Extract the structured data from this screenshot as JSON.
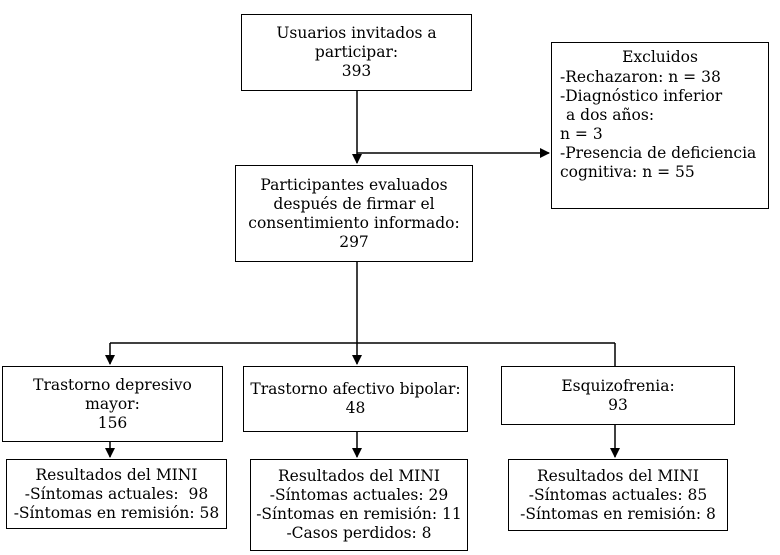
{
  "invited": {
    "lines": [
      "Usuarios invitados a",
      "participar:",
      "393"
    ]
  },
  "excluded": {
    "title": "Excluidos",
    "lines": [
      "-Rechazaron: n = 38",
      "-Diagnóstico inferior",
      "a dos años:",
      "n = 3",
      "-Presencia de deficiencia",
      "cognitiva: n = 55"
    ]
  },
  "evaluated": {
    "lines": [
      "Participantes evaluados",
      "después de firmar el",
      "consentimiento informado:",
      "297"
    ]
  },
  "groups": [
    {
      "lines": [
        "Trastorno depresivo",
        "mayor:",
        "156"
      ],
      "results": {
        "title_prefix": "Resultados del ",
        "title_acronym": "MINI",
        "lines": [
          "-Síntomas actuales:  98",
          "-Síntomas en remisión: 58"
        ]
      }
    },
    {
      "lines": [
        "Trastorno afectivo bipolar:",
        "48"
      ],
      "results": {
        "title_prefix": "Resultados del ",
        "title_acronym": "MINI",
        "lines": [
          "-Síntomas actuales: 29",
          "-Síntomas en remisión: 11",
          "-Casos perdidos: 8"
        ]
      }
    },
    {
      "lines": [
        "Esquizofrenia:",
        "93"
      ],
      "results": {
        "title_prefix": "Resultados del ",
        "title_acronym": "MINI",
        "lines": [
          "-Síntomas actuales: 85",
          "-Síntomas en remisión: 8"
        ]
      }
    }
  ]
}
